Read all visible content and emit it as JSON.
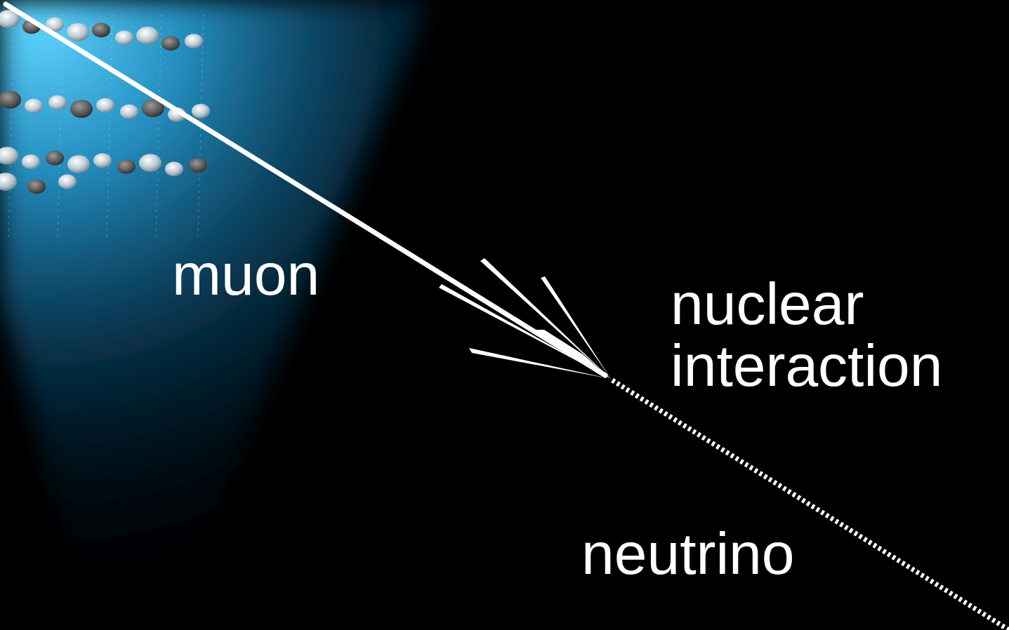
{
  "diagram": {
    "labels": [
      "muon",
      "nuclear interaction",
      "neutrino"
    ]
  }
}
